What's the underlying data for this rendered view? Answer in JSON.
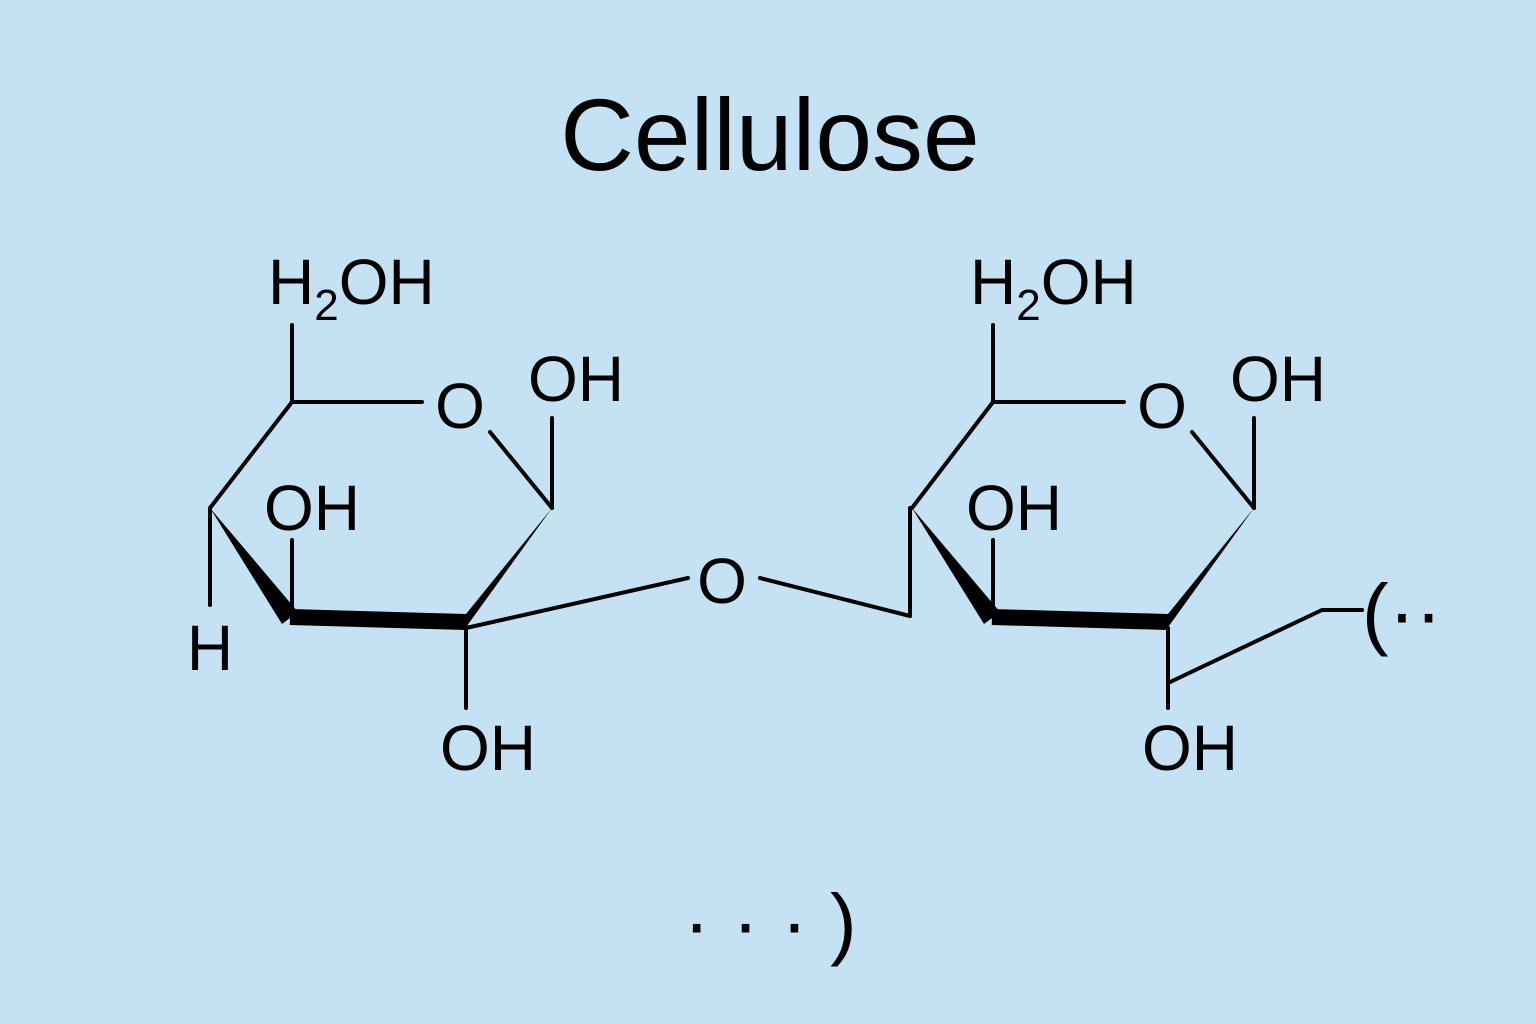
{
  "title": "Cellulose",
  "ring1": {
    "ch2oh": {
      "main": "H",
      "sub": "2",
      "tail": "OH"
    },
    "ring_o": "O",
    "oh_c1": "OH",
    "oh_c3": "OH",
    "h_c4": "H",
    "oh_c2": "OH"
  },
  "glycosidic_o": "O",
  "ring2": {
    "ch2oh": {
      "main": "H",
      "sub": "2",
      "tail": "OH"
    },
    "ring_o": "O",
    "oh_c1": "OH",
    "oh_c3": "OH",
    "oh_c2": "OH"
  },
  "continuation_right": "(··",
  "continuation_bottom": "· · · )",
  "colors": {
    "background": "#c4e2f4",
    "ink": "#000000"
  }
}
